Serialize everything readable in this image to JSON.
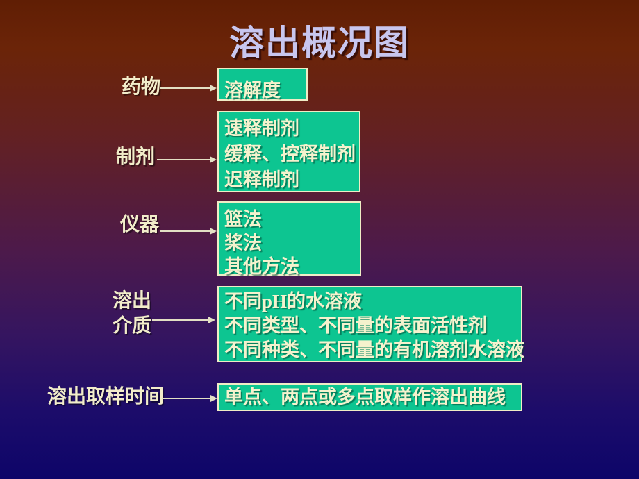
{
  "slide": {
    "title": "溶出概况图",
    "colors": {
      "background_top": "#601e04",
      "background_middle": "#4d1a4a",
      "background_bottom": "#0d0569",
      "box_fill": "#0dc591",
      "box_border": "#f0edc6",
      "box_text": "#f5f2cd",
      "label_text": "#f2edca",
      "title_text": "#c8c6ef",
      "arrow": "#e3e0c4"
    },
    "rows": [
      {
        "label_lines": [
          "药物"
        ],
        "box_lines": [
          "溶解度"
        ]
      },
      {
        "label_lines": [
          "制剂"
        ],
        "box_lines": [
          "速释制剂",
          "缓释、控释制剂",
          "迟释制剂"
        ]
      },
      {
        "label_lines": [
          "仪器"
        ],
        "box_lines": [
          "篮法",
          "桨法",
          "其他方法"
        ]
      },
      {
        "label_lines": [
          "溶出",
          "介质"
        ],
        "box_lines": [
          "不同pH的水溶液",
          "不同类型、不同量的表面活性剂",
          "不同种类、不同量的有机溶剂水溶液"
        ]
      },
      {
        "label_lines": [
          "溶出取样时间"
        ],
        "box_lines": [
          "单点、两点或多点取样作溶出曲线"
        ]
      }
    ]
  }
}
